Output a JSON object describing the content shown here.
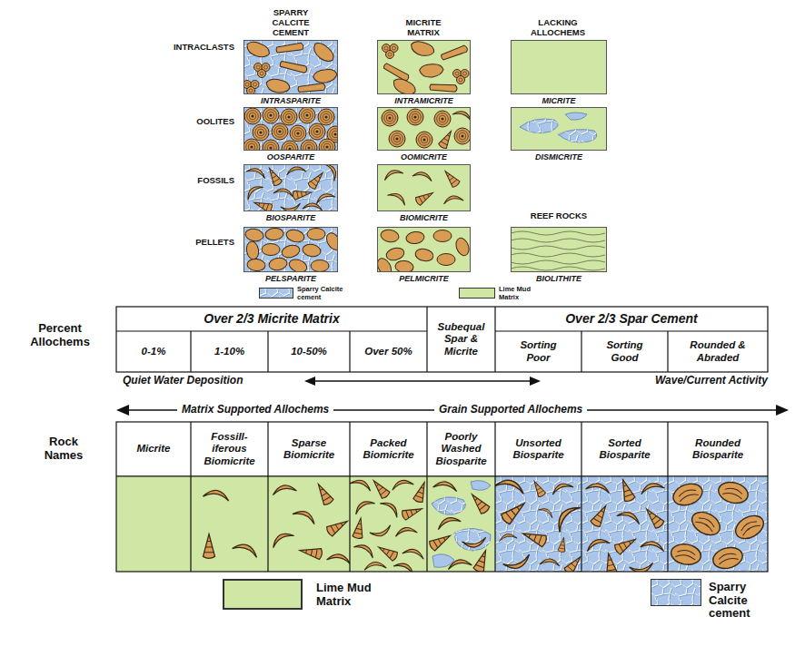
{
  "diagram": {
    "labels": [
      "SPARRY CALCITE CEMENT",
      "MICRITE MATRIX",
      "LACKING ALLOCHEMS",
      "INTRACLASTS",
      "INTRASPARITE",
      "INTRAMICRITE",
      "MICRITE",
      "OOLITES",
      "OOSPARITE",
      "OOMICRITE",
      "DISMICRITE",
      "FOSSILS",
      "BIOSPARITE",
      "BIOMICRITE",
      "REEF ROCKS",
      "PELLETS",
      "PELSPARITE",
      "PELMICRITE",
      "BIOLITHITE",
      "Percent Allochems",
      "Over 2/3 Micrite Matrix",
      "Subequal Spar & Micrite",
      "Over 2/3 Spar Cement",
      "0-1%",
      "1-10%",
      "10-50%",
      "Over 50%",
      "Sorting Poor",
      "Sorting Good",
      "Rounded & Abraded",
      "Quiet Water Deposition",
      "Wave/Current Activity",
      "Matrix Supported Allochems",
      "Grain Supported Allochems",
      "Rock Names",
      "Micrite",
      "Fossill- iferous Biomicrite",
      "Sparse Biomicrite",
      "Packed Biomicrite",
      "Poorly Washed Biosparite",
      "Unsorted Biosparite",
      "Sorted Biosparite",
      "Rounded Biosparite"
    ],
    "legend": [
      {
        "text": "Sparry Calcite cement",
        "color": "#a9c6ea"
      },
      {
        "text": "Lime Mud Matrix",
        "color": "#cfe6a4"
      },
      {
        "text": "Lime Mud Matrix",
        "color": "#cfe6a4"
      },
      {
        "text": "Sparry Calcite cement",
        "color": "#a9c6ea"
      }
    ]
  }
}
